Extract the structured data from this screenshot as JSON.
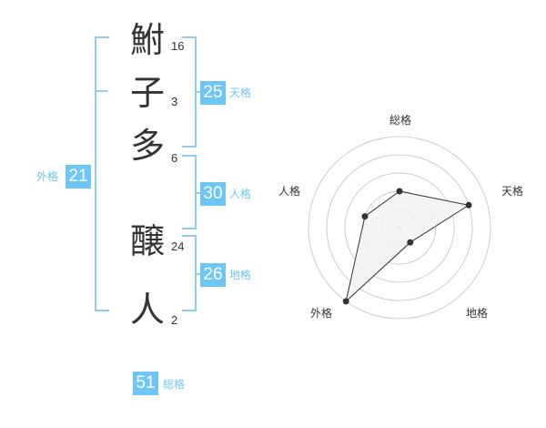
{
  "name_chars": [
    {
      "char": "鮒",
      "strokes": "16"
    },
    {
      "char": "子",
      "strokes": "3"
    },
    {
      "char": "多",
      "strokes": "6"
    },
    {
      "char": "醸",
      "strokes": "24"
    },
    {
      "char": "人",
      "strokes": "2"
    }
  ],
  "fortunes": {
    "tenkaku": {
      "value": "25",
      "label": "天格"
    },
    "jinkaku": {
      "value": "30",
      "label": "人格"
    },
    "chikaku": {
      "value": "26",
      "label": "地格"
    },
    "gaikaku": {
      "value": "21",
      "label": "外格"
    },
    "soukaku": {
      "value": "51",
      "label": "総格"
    }
  },
  "chart_data": {
    "type": "radar",
    "axes": [
      "総格",
      "天格",
      "地格",
      "外格",
      "人格"
    ],
    "values": [
      2,
      4,
      1,
      5,
      2
    ],
    "max": 5,
    "colors": {
      "fill": "#f2f2f2",
      "stroke": "#333333",
      "grid": "#cccccc"
    }
  }
}
